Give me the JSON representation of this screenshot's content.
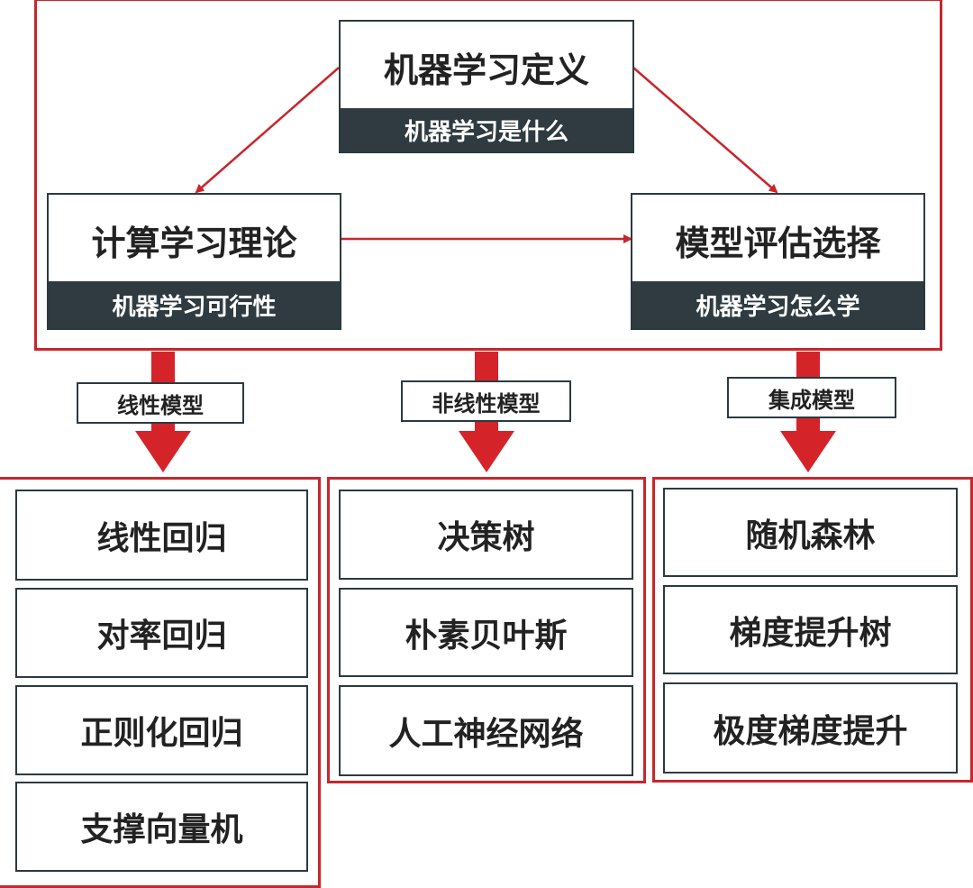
{
  "top": {
    "definition": {
      "title": "机器学习定义",
      "subtitle": "机器学习是什么"
    },
    "theory": {
      "title": "计算学习理论",
      "subtitle": "机器学习可行性"
    },
    "evaluation": {
      "title": "模型评估选择",
      "subtitle": "机器学习怎么学"
    }
  },
  "branches": [
    {
      "label": "线性模型",
      "items": [
        "线性回归",
        "对率回归",
        "正则化回归",
        "支撑向量机"
      ]
    },
    {
      "label": "非线性模型",
      "items": [
        "决策树",
        "朴素贝叶斯",
        "人工神经网络"
      ]
    },
    {
      "label": "集成模型",
      "items": [
        "随机森林",
        "梯度提升树",
        "极度梯度提升"
      ]
    }
  ],
  "colors": {
    "accent_red": "#c8262b",
    "dark_slate": "#2f3b40"
  }
}
